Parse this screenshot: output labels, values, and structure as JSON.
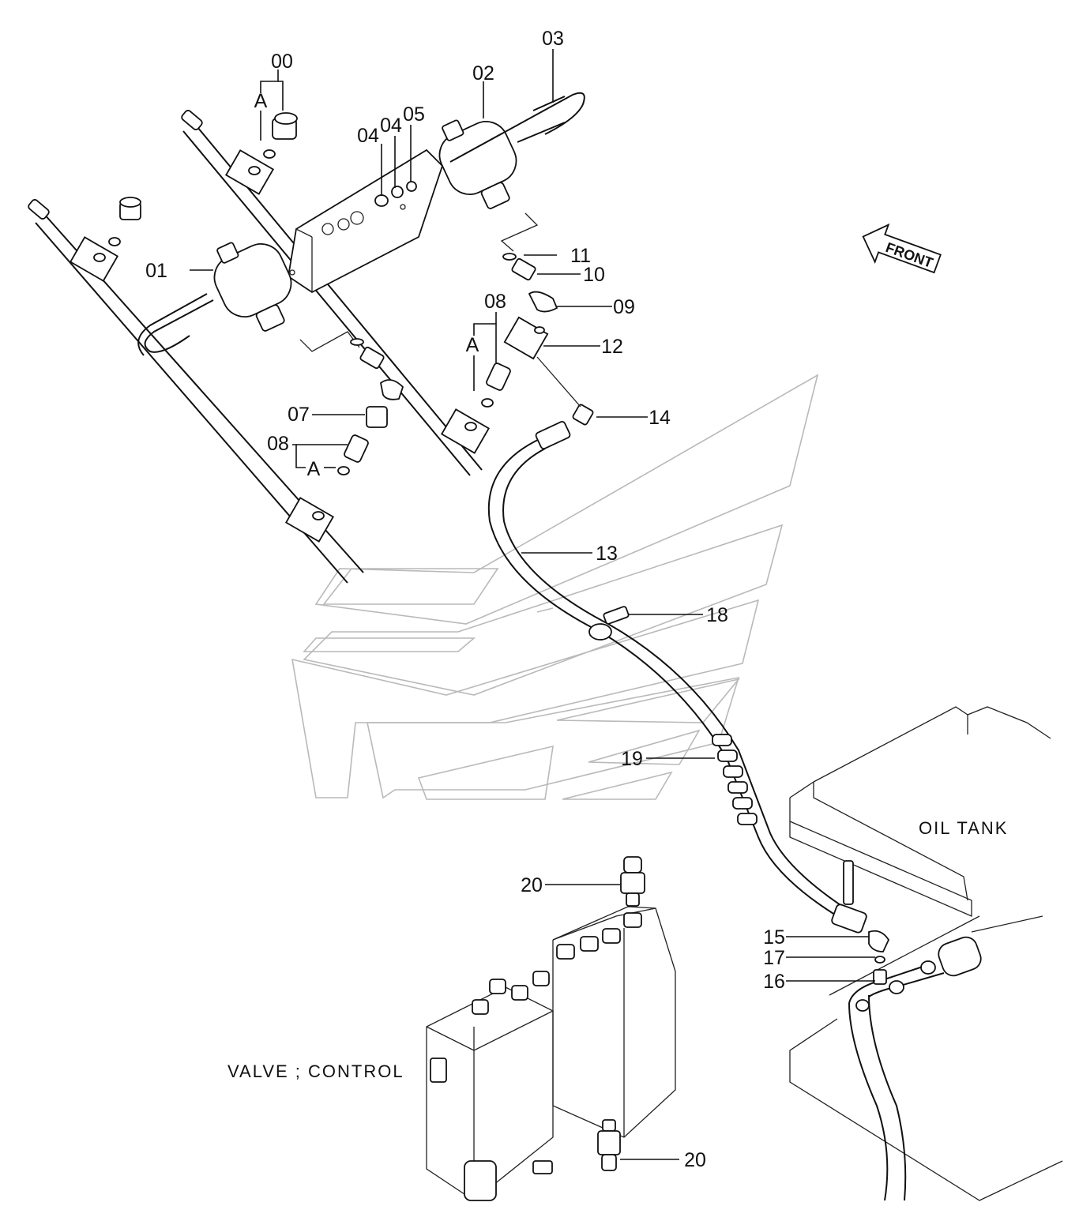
{
  "parts": {
    "p00": "00",
    "p01": "01",
    "p02": "02",
    "p03": "03",
    "p04a": "04",
    "p04b": "04",
    "p05": "05",
    "p07": "07",
    "p08a": "08",
    "p08b": "08",
    "p09": "09",
    "p10": "10",
    "p11": "11",
    "p12": "12",
    "p13": "13",
    "p14": "14",
    "p15": "15",
    "p16": "16",
    "p17": "17",
    "p18": "18",
    "p19": "19",
    "p20a": "20",
    "p20b": "20"
  },
  "sub": {
    "a1": "A",
    "a2": "A",
    "a3": "A"
  },
  "labels": {
    "oil_tank": "OIL TANK",
    "valve_control": "VALVE ; CONTROL",
    "front": "FRONT"
  }
}
